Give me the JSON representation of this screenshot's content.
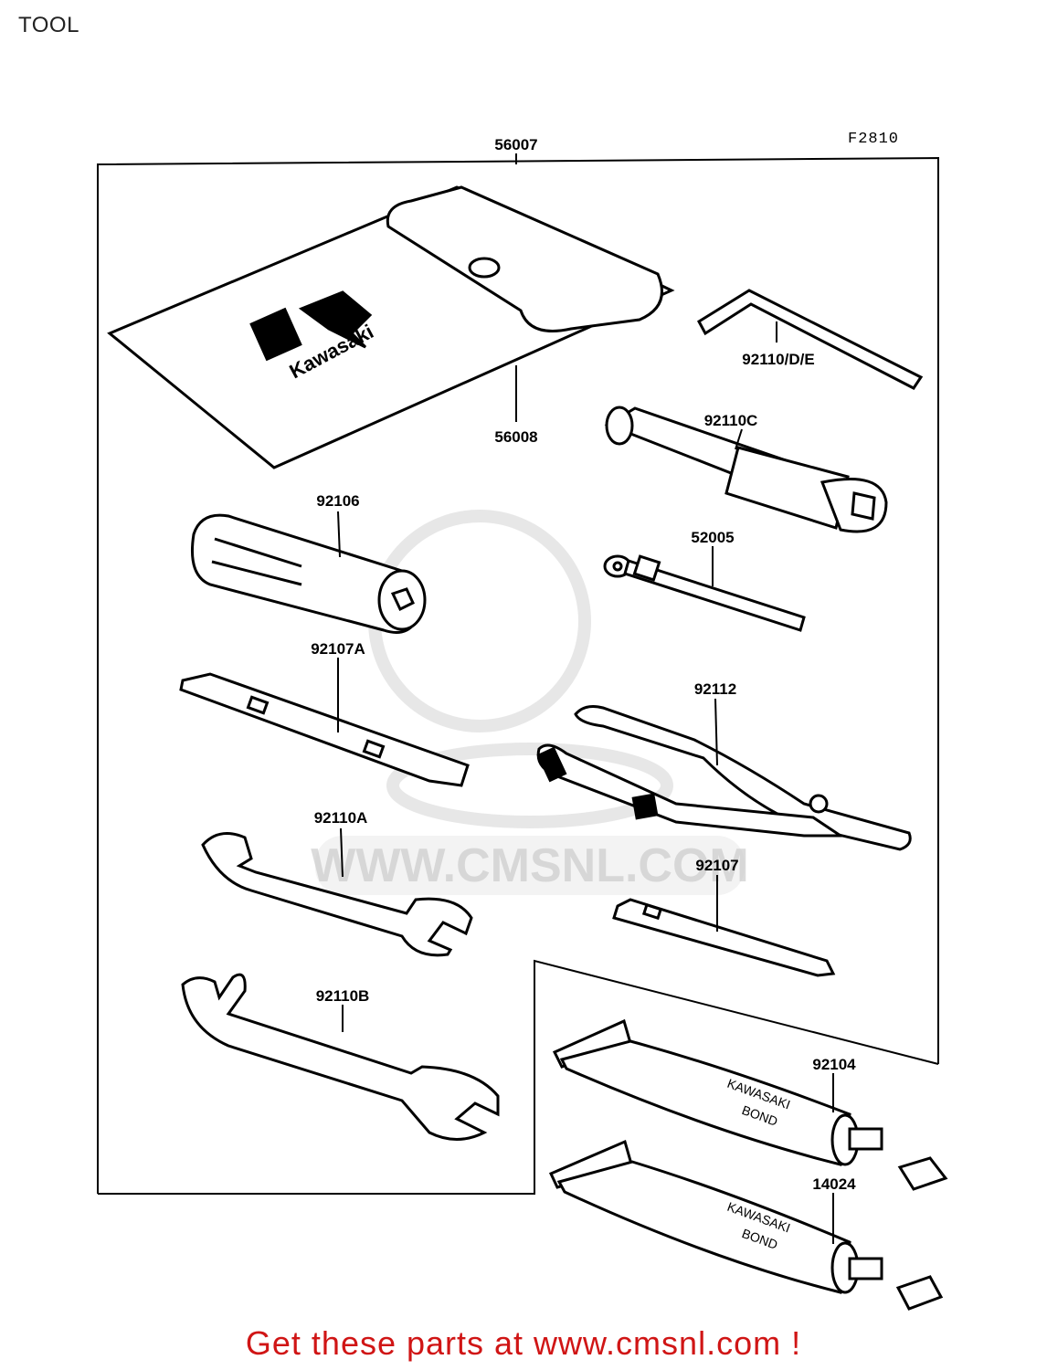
{
  "title": "TOOL",
  "figure_code": "F2810",
  "parts": {
    "tool_bag": "56007",
    "pouch": "56008",
    "hex_key": "92110/D/E",
    "plug_wrench": "92110C",
    "handle": "92106",
    "extension": "52005",
    "screwdriver_a": "92107A",
    "pliers": "92112",
    "wrench_a": "92110A",
    "screwdriver": "92107",
    "wrench_b": "92110B",
    "bond_a": "92104",
    "bond_b": "14024"
  },
  "pouch_brand": "Kawasaki",
  "tube_text": {
    "line1": "KAWASAKI",
    "line2": "BOND"
  },
  "watermark": "WWW.CMSNL.COM",
  "footer": "Get these parts at www.cmsnl.com !",
  "colors": {
    "footer": "#d01515",
    "line": "#000000",
    "watermark": "#cccccc"
  }
}
